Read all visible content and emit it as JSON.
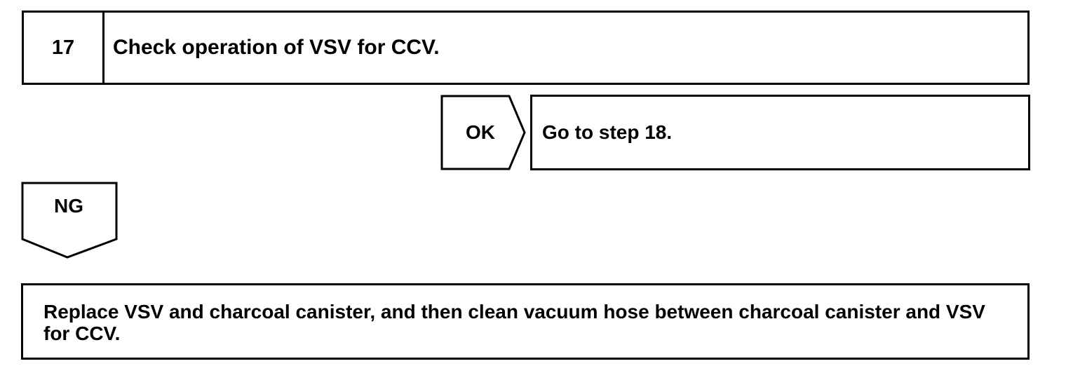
{
  "step": {
    "number": "17",
    "title": "Check operation of VSV for CCV."
  },
  "ok_branch": {
    "label": "OK",
    "result": "Go to step 18."
  },
  "ng_branch": {
    "label": "NG",
    "action": "Replace VSV and charcoal canister, and then clean vacuum hose between charcoal canister and VSV for CCV."
  }
}
